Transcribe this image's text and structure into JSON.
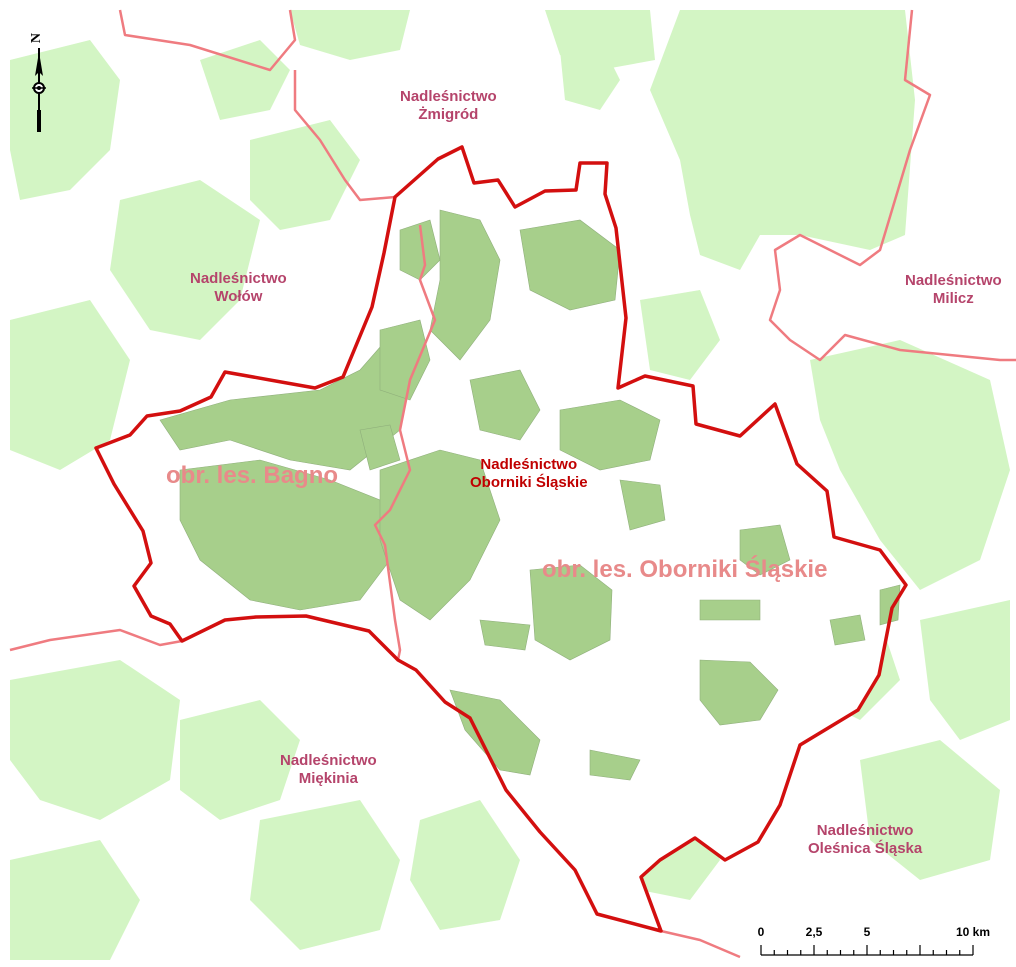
{
  "map": {
    "colors": {
      "forest_light": "#d3f5c4",
      "forest_main": "#a7cf8b",
      "boundary_main": "#d30f0f",
      "boundary_neighbor": "#ef7b80",
      "label_neighbor": "#b5446b",
      "label_main": "#c00000",
      "label_district": "#e88a8a"
    },
    "north_arrow": {
      "letter": "N"
    },
    "labels": {
      "zmigrod_1": "Nadleśnictwo",
      "zmigrod_2": "Żmigród",
      "wolow_1": "Nadleśnictwo",
      "wolow_2": "Wołów",
      "milicz_1": "Nadleśnictwo",
      "milicz_2": "Milicz",
      "oborniki_1": "Nadleśnictwo",
      "oborniki_2": "Oborniki Śląskie",
      "miekinia_1": "Nadleśnictwo",
      "miekinia_2": "Miękinia",
      "olesnica_1": "Nadleśnictwo",
      "olesnica_2": "Oleśnica Śląska",
      "obr_bagno": "obr. les. Bagno",
      "obr_oborniki": "obr. les. Oborniki Śląskie"
    },
    "scale_bar": {
      "ticks": [
        "0",
        "2,5",
        "5",
        "10 km"
      ],
      "values_km": [
        0,
        2.5,
        5,
        10
      ]
    }
  }
}
